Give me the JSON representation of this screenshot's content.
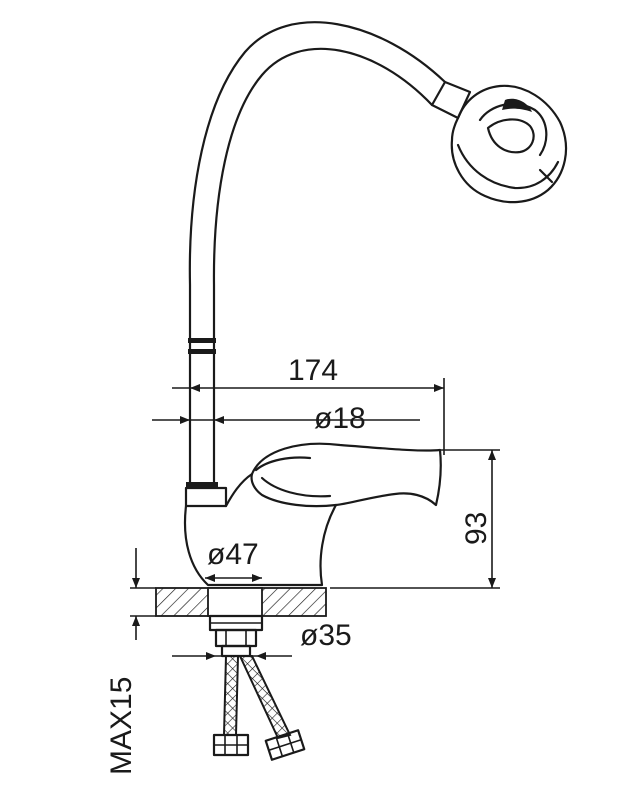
{
  "dimensions": {
    "spout_reach": "174",
    "body_diameter": "ø18",
    "spout_height": "93",
    "base_diameter": "ø47",
    "thread_diameter": "ø35",
    "max_thickness": "MAX15"
  },
  "colors": {
    "line": "#1a1a1a",
    "background": "#ffffff"
  }
}
